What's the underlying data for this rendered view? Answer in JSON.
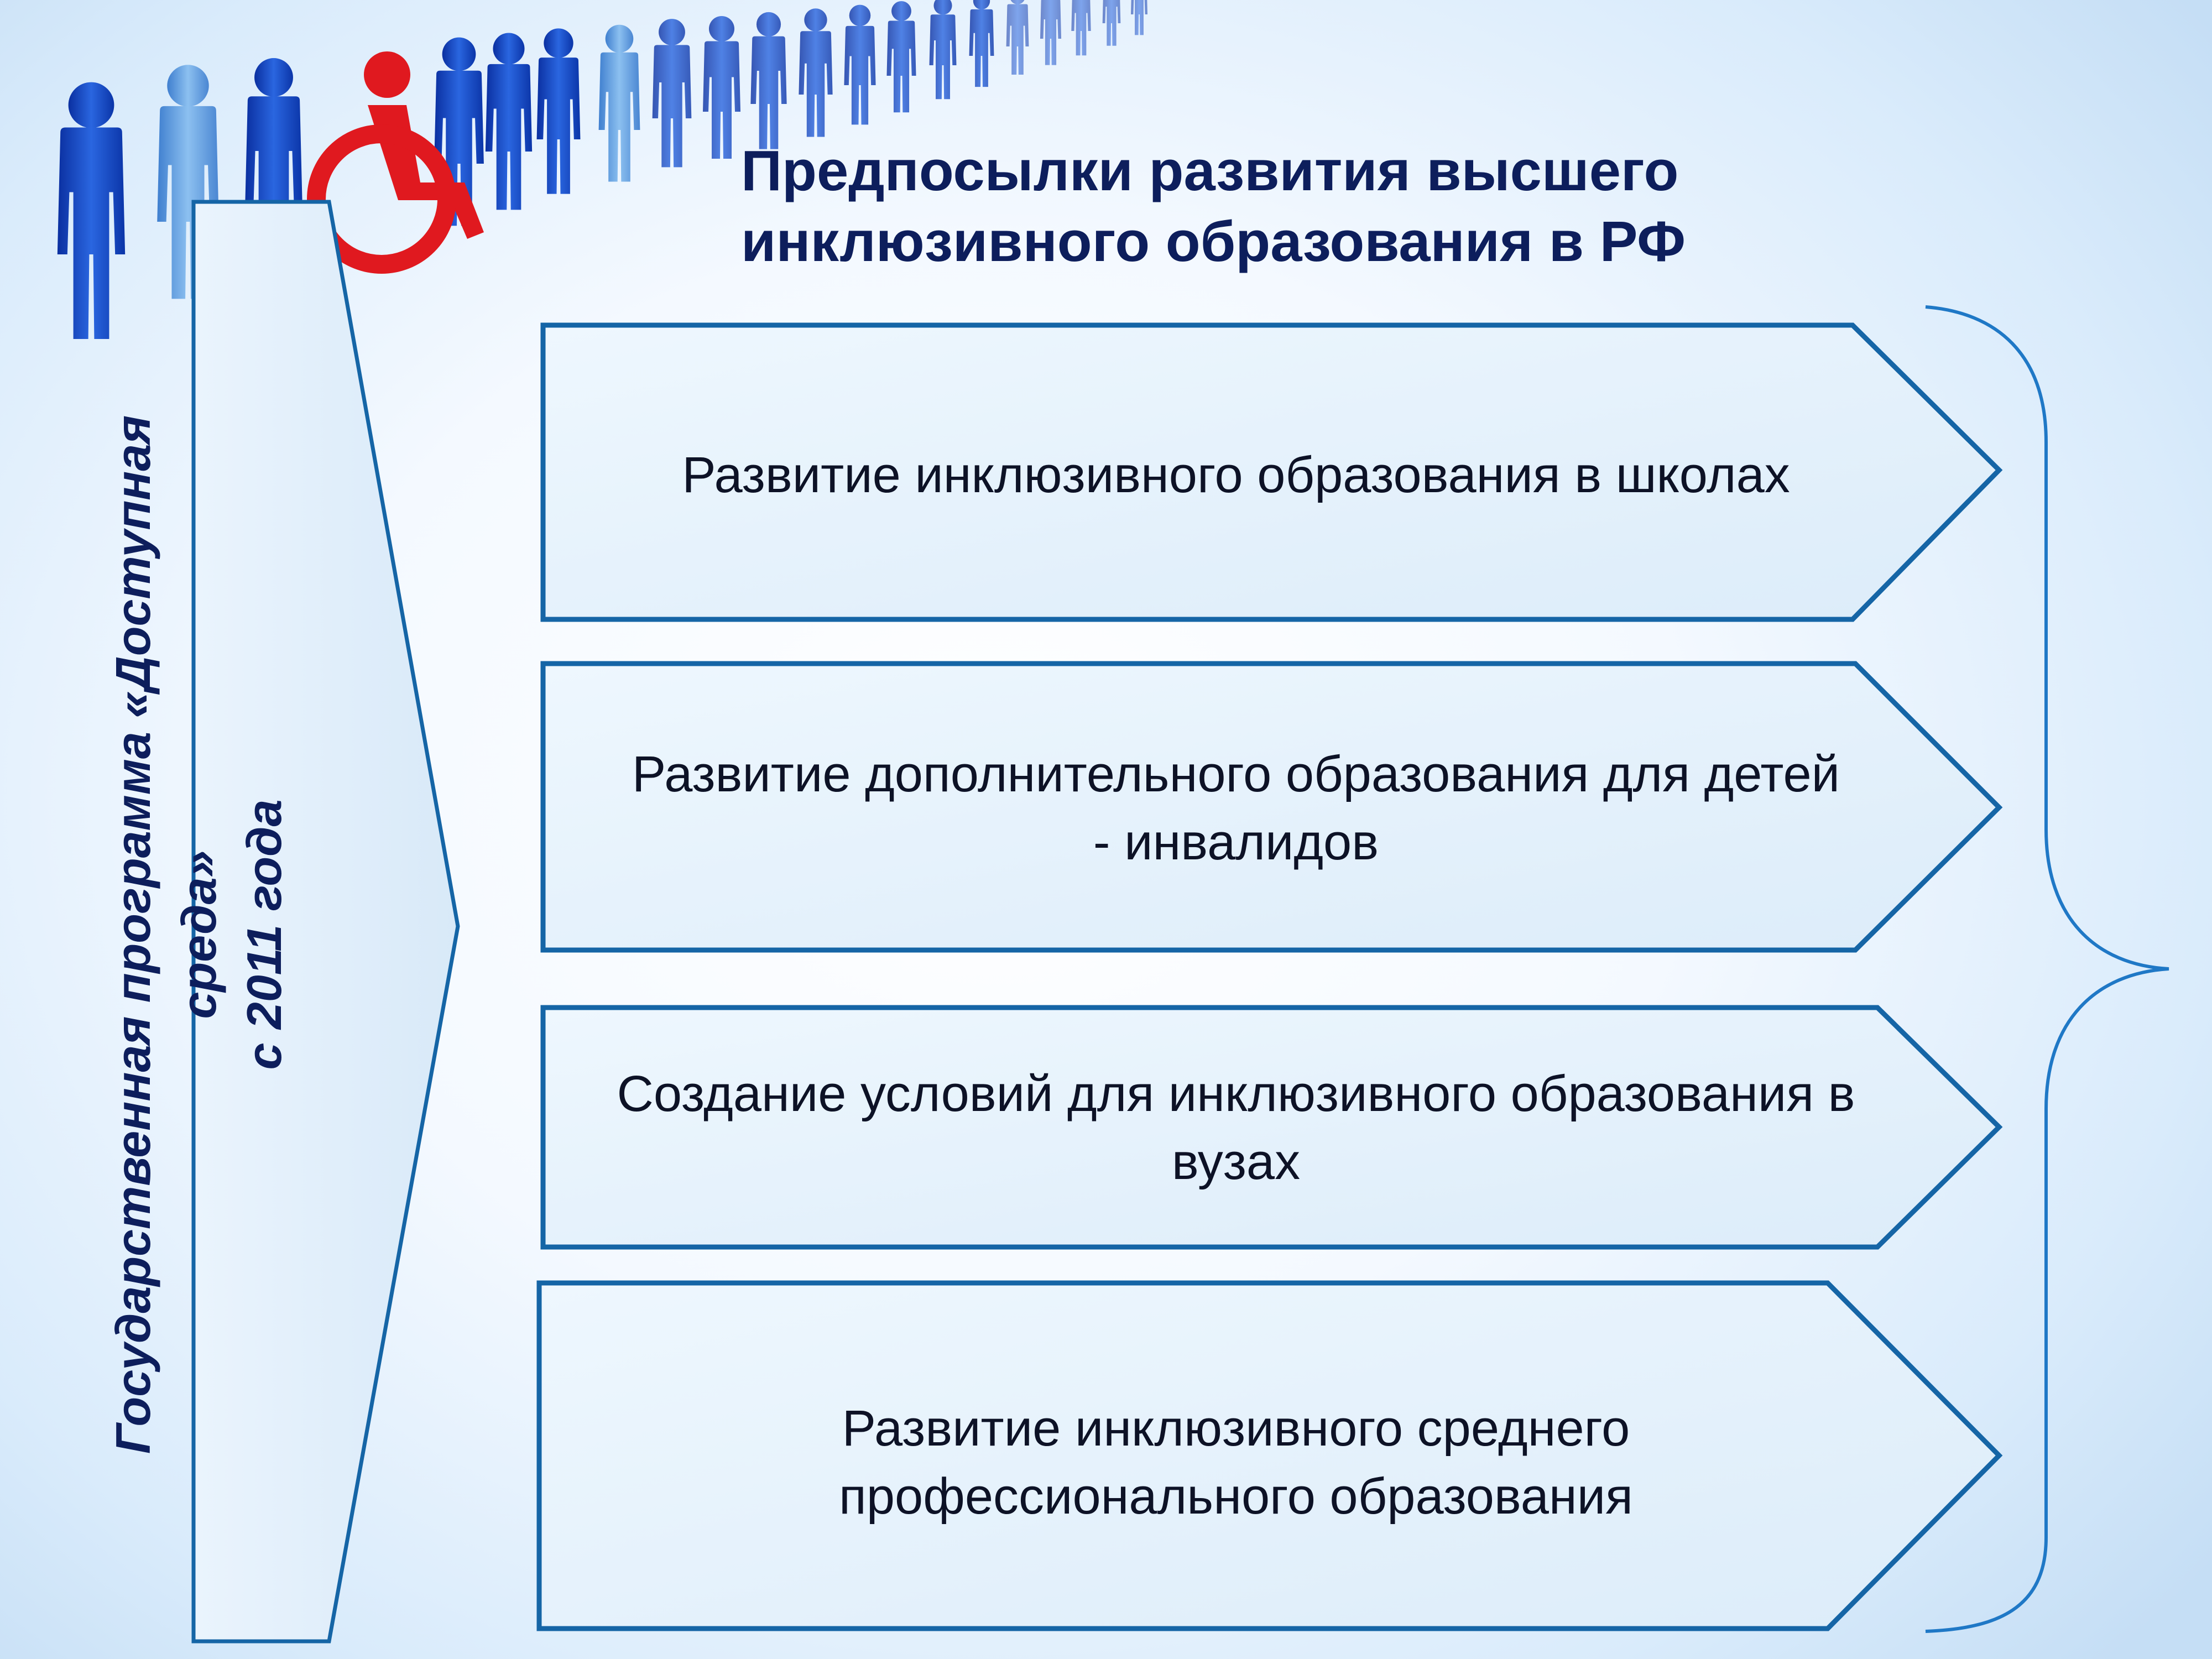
{
  "title": {
    "line1": "Предпосылки развития высшего",
    "line2": "инклюзивного образования в РФ"
  },
  "side_banner": {
    "line1": "Государственная программа «Доступная",
    "line2": "среда»",
    "line3": "с 2011 года"
  },
  "boxes": [
    {
      "lines": [
        "Развитие инклюзивного образования  в школах"
      ]
    },
    {
      "lines": [
        "Развитие дополнительного образования для детей",
        "- инвалидов"
      ]
    },
    {
      "lines": [
        "Создание условий для инклюзивного образования в",
        "вузах"
      ]
    },
    {
      "lines": [
        "Развитие инклюзивного среднего",
        "профессионального  образования"
      ]
    }
  ],
  "colors": {
    "outline": "#1565a6",
    "box_fill": "#e6f3fc",
    "title": "#0d1e5c",
    "figure_blue": "#1546c4",
    "figure_light": "#5d9be0",
    "figure_red": "#e0191f"
  },
  "icons": [
    "people-crowd-icon",
    "wheelchair-user-icon",
    "curly-brace-icon"
  ]
}
